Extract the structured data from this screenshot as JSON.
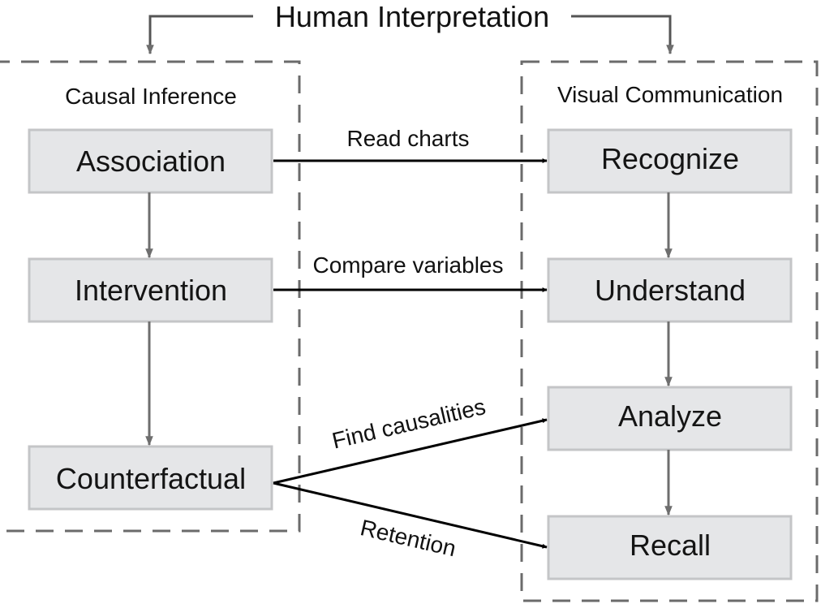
{
  "title": "Human Interpretation",
  "groups": {
    "left": {
      "label": "Causal Inference"
    },
    "right": {
      "label": "Visual Communication"
    }
  },
  "nodes": {
    "association": "Association",
    "intervention": "Intervention",
    "counterfactual": "Counterfactual",
    "recognize": "Recognize",
    "understand": "Understand",
    "analyze": "Analyze",
    "recall": "Recall"
  },
  "edges": {
    "read_charts": "Read charts",
    "compare_variables": "Compare variables",
    "find_causalities": "Find causalities",
    "retention": "Retention"
  },
  "colors": {
    "node_fill": "#e5e6e8",
    "gray_arrow": "#6e6e6e",
    "black_arrow": "#000000",
    "dashed_frame": "#6b6b6b"
  }
}
